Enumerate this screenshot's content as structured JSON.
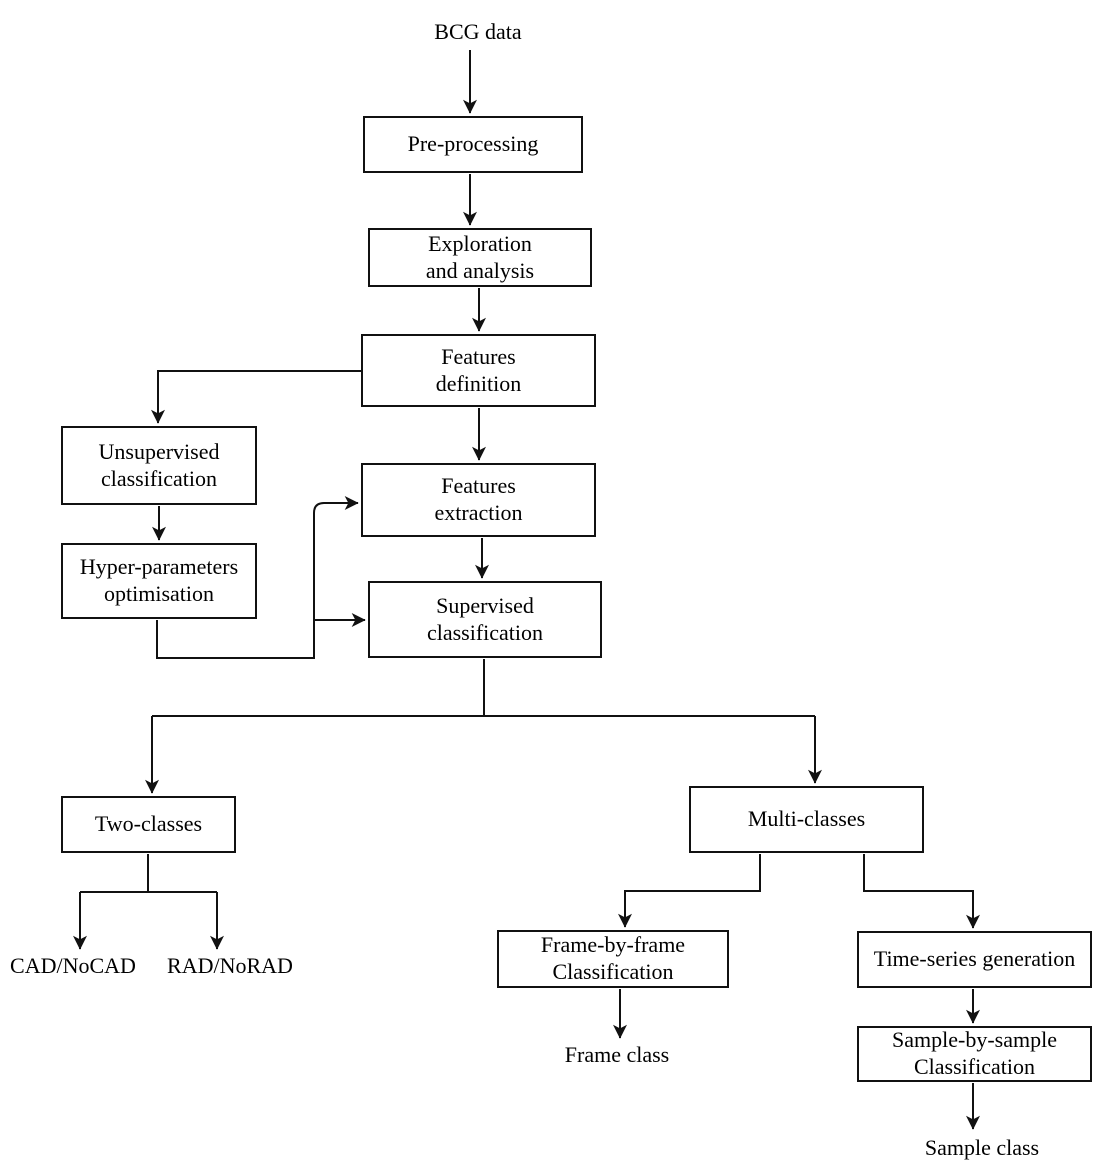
{
  "diagram": {
    "background_color": "#ffffff",
    "line_color": "#111111",
    "text_color": "#000000",
    "nodes": {
      "bcg_data": {
        "type": "text",
        "label": "BCG data"
      },
      "pre_processing": {
        "type": "box",
        "label": "Pre-processing"
      },
      "exploration": {
        "type": "box",
        "label": "Exploration\nand analysis"
      },
      "features_definition": {
        "type": "box",
        "label": "Features\ndefinition"
      },
      "unsupervised": {
        "type": "box",
        "label": "Unsupervised\nclassification"
      },
      "hyper_parameters": {
        "type": "box",
        "label": "Hyper-parameters\noptimisation"
      },
      "features_extraction": {
        "type": "box",
        "label": "Features\nextraction"
      },
      "supervised": {
        "type": "box",
        "label": "Supervised\nclassification"
      },
      "two_classes": {
        "type": "box",
        "label": "Two-classes"
      },
      "multi_classes": {
        "type": "box",
        "label": "Multi-classes"
      },
      "frame_by_frame": {
        "type": "box",
        "label": "Frame-by-frame\nClassification"
      },
      "time_series": {
        "type": "box",
        "label": "Time-series generation"
      },
      "sample_by_sample": {
        "type": "box",
        "label": "Sample-by-sample\nClassification"
      },
      "cad_nocad": {
        "type": "text",
        "label": "CAD/NoCAD"
      },
      "rad_norad": {
        "type": "text",
        "label": "RAD/NoRAD"
      },
      "frame_class": {
        "type": "text",
        "label": "Frame class"
      },
      "sample_class": {
        "type": "text",
        "label": "Sample class"
      }
    },
    "edges": [
      {
        "from": "bcg_data",
        "to": "pre_processing"
      },
      {
        "from": "pre_processing",
        "to": "exploration"
      },
      {
        "from": "exploration",
        "to": "features_definition"
      },
      {
        "from": "features_definition",
        "to": "unsupervised"
      },
      {
        "from": "features_definition",
        "to": "features_extraction"
      },
      {
        "from": "unsupervised",
        "to": "hyper_parameters"
      },
      {
        "from": "hyper_parameters",
        "to": "features_extraction"
      },
      {
        "from": "hyper_parameters",
        "to": "supervised"
      },
      {
        "from": "features_extraction",
        "to": "supervised"
      },
      {
        "from": "supervised",
        "to": "two_classes"
      },
      {
        "from": "supervised",
        "to": "multi_classes"
      },
      {
        "from": "two_classes",
        "to": "cad_nocad"
      },
      {
        "from": "two_classes",
        "to": "rad_norad"
      },
      {
        "from": "multi_classes",
        "to": "frame_by_frame"
      },
      {
        "from": "multi_classes",
        "to": "time_series"
      },
      {
        "from": "frame_by_frame",
        "to": "frame_class"
      },
      {
        "from": "time_series",
        "to": "sample_by_sample"
      },
      {
        "from": "sample_by_sample",
        "to": "sample_class"
      }
    ]
  }
}
